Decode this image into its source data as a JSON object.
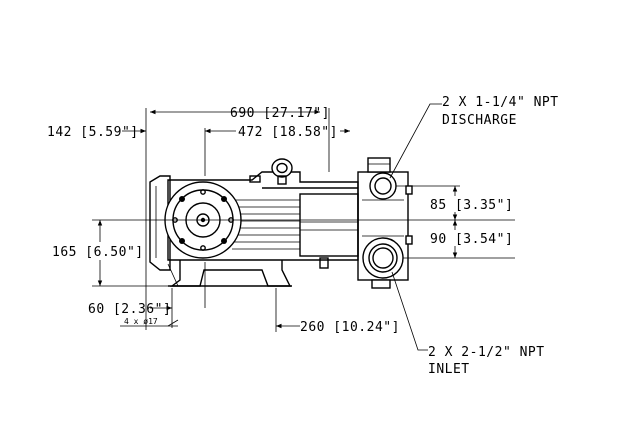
{
  "dimensions": {
    "overall_length": "690 [27.17\"]",
    "inner_length": "472 [18.58\"]",
    "left_offset": "142 [5.59\"]",
    "shaft_height": "165 [6.50\"]",
    "foot_width": "60 [2.36\"]",
    "mount_hole": "4 x ø17",
    "foot_spacing": "260 [10.24\"]",
    "discharge_height": "85 [3.35\"]",
    "inlet_height": "90 [3.54\"]"
  },
  "ports": {
    "discharge_size": "2 X 1-1/4\" NPT",
    "discharge_label": "DISCHARGE",
    "inlet_size": "2 X 2-1/2\" NPT",
    "inlet_label": "INLET"
  }
}
